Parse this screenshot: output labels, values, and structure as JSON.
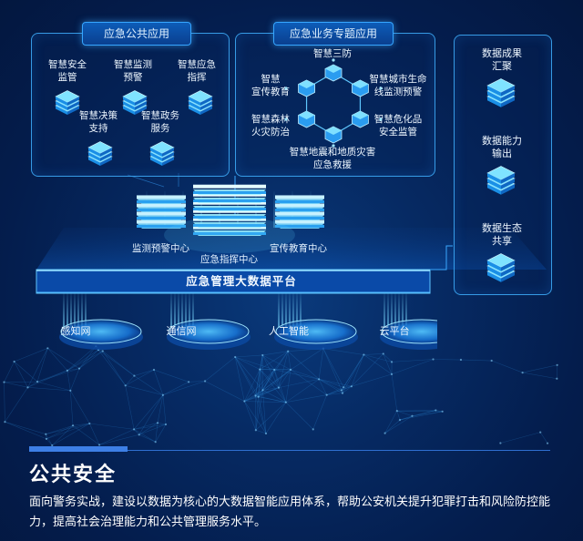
{
  "left_panel": {
    "title": "应急公共应用",
    "items": [
      {
        "label": "智慧安全\n监管"
      },
      {
        "label": "智慧监测\n预警"
      },
      {
        "label": "智慧应急\n指挥"
      },
      {
        "label": "智慧决策\n支持"
      },
      {
        "label": "智慧政务\n服务"
      }
    ]
  },
  "mid_panel": {
    "title": "应急业务专题应用",
    "items": [
      {
        "label": "智慧三防"
      },
      {
        "label": "智慧\n宣传教育"
      },
      {
        "label": "智慧城市生命\n线监测预警"
      },
      {
        "label": "智慧森林\n火灾防治"
      },
      {
        "label": "智慧危化品\n安全监管"
      },
      {
        "label": "智慧地震和地质灾害\n应急救援"
      }
    ]
  },
  "right_panel": {
    "items": [
      {
        "label": "数据成果\n汇聚"
      },
      {
        "label": "数据能力\n输出"
      },
      {
        "label": "数据生态\n共享"
      }
    ]
  },
  "centers": {
    "monitor": "监测预警中心",
    "command": "应急指挥中心",
    "education": "宣传教育中心"
  },
  "platform": {
    "label": "应急管理大数据平台"
  },
  "bases": [
    "感知网",
    "通信网",
    "人工智能",
    "云平台"
  ],
  "footer": {
    "title": "公共安全",
    "description": "面向警务实战，建设以数据为核心的大数据智能应用体系，帮助公安机关提升犯罪打击和风险防控能力，提高社会治理能力和公共管理服务水平。"
  },
  "colors": {
    "accent": "#36a6ff",
    "glow": "#5fd2ff",
    "background": "#041d4d"
  }
}
